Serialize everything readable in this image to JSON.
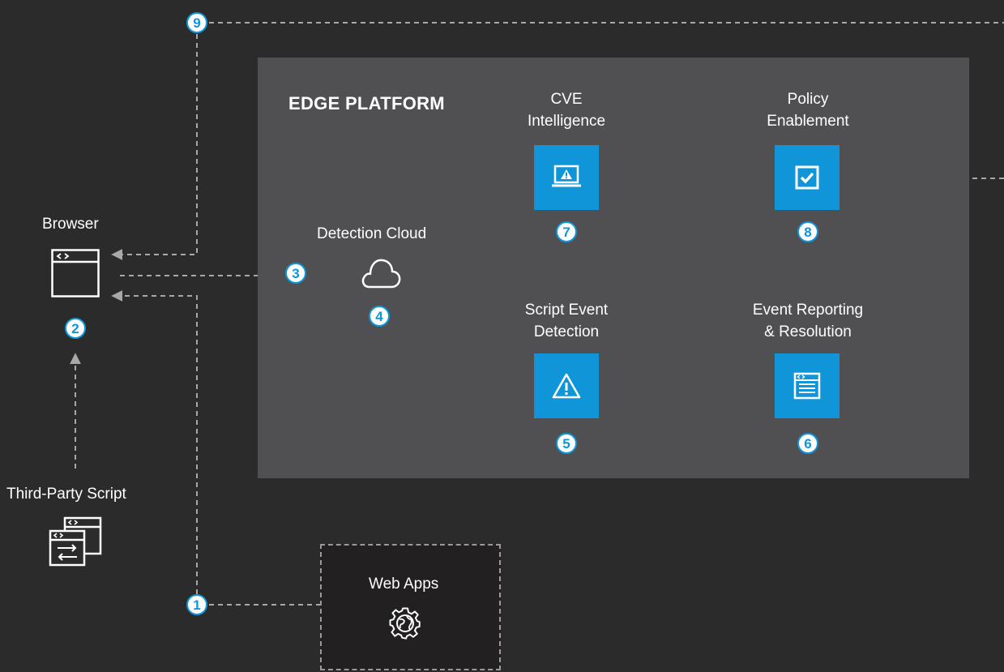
{
  "platform": {
    "title": "EDGE PLATFORM"
  },
  "nodes": {
    "browser": {
      "label": "Browser",
      "icon": "browser-window-icon"
    },
    "third_party_script": {
      "label": "Third-Party Script",
      "icon": "stacked-windows-exchange-icon"
    },
    "web_apps": {
      "label": "Web Apps",
      "icon": "gear-globe-icon"
    },
    "detection_cloud": {
      "label": "Detection Cloud",
      "icon": "cloud-icon"
    },
    "cve_intelligence": {
      "label_line1": "CVE",
      "label_line2": "Intelligence",
      "icon": "laptop-warning-icon"
    },
    "policy_enablement": {
      "label_line1": "Policy",
      "label_line2": "Enablement",
      "icon": "checkbox-icon"
    },
    "script_event_detection": {
      "label_line1": "Script Event",
      "label_line2": "Detection",
      "icon": "warning-triangle-icon"
    },
    "event_reporting": {
      "label_line1": "Event Reporting",
      "label_line2": "& Resolution",
      "icon": "document-list-icon"
    }
  },
  "steps": [
    "1",
    "2",
    "3",
    "4",
    "5",
    "6",
    "7",
    "8",
    "9"
  ],
  "colors": {
    "background": "#2b2b2b",
    "platform": "#505053",
    "accent": "#0f95d8",
    "connector": "#a8a8a8"
  }
}
